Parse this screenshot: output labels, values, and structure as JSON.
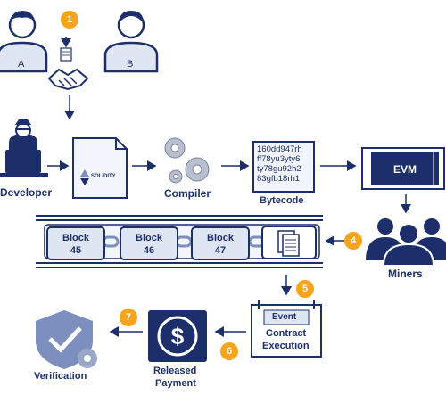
{
  "colors": {
    "navy": "#1c2f6b",
    "orange": "#f6a41c",
    "light_blue": "#dfe6f3",
    "gray_blue": "#7c8fbf"
  },
  "parties": {
    "a": "A",
    "b": "B"
  },
  "icons": [
    "person-icon",
    "handshake-icon",
    "developer-icon",
    "solidity-file-icon",
    "gears-icon",
    "evm-icon",
    "miners-icon",
    "document-icon",
    "payment-icon",
    "verification-shield-icon"
  ],
  "nodes": {
    "developer": "Developer",
    "solidity": "SOLIDITY",
    "compiler": "Compiler",
    "bytecode_lines": [
      "160dd947rh",
      "ff78yu3yty6",
      "ty78gu92h2",
      "83gfb18rh1"
    ],
    "bytecode": "Bytecode",
    "evm": "EVM",
    "miners": "Miners",
    "event": "Event",
    "contract_execution_1": "Contract",
    "contract_execution_2": "Execution",
    "released_payment_1": "Released",
    "released_payment_2": "Payment",
    "verification": "Verification"
  },
  "blocks": [
    {
      "line1": "Block",
      "line2": "45"
    },
    {
      "line1": "Block",
      "line2": "46"
    },
    {
      "line1": "Block",
      "line2": "47"
    }
  ],
  "steps": [
    "1",
    "4",
    "5",
    "6",
    "7"
  ]
}
